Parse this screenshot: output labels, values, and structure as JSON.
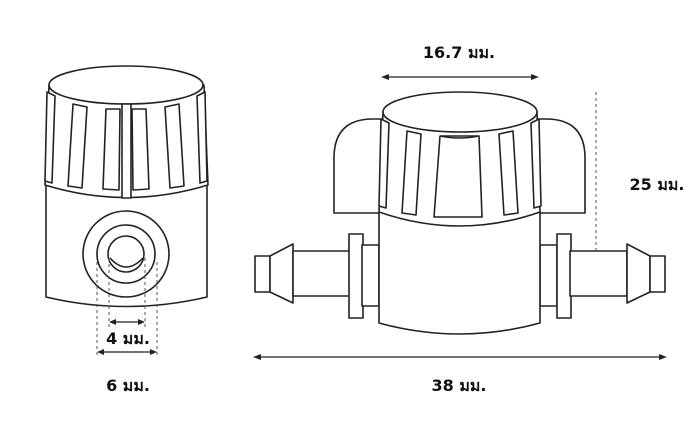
{
  "dimensions": {
    "body_width": "16.7 มม.",
    "height": "25 มม.",
    "total_length": "38 มม.",
    "inner_bore": "4 มม.",
    "outer_bore": "6 มม."
  },
  "colors": {
    "line": "#222222",
    "background": "#ffffff",
    "text": "#111111"
  }
}
